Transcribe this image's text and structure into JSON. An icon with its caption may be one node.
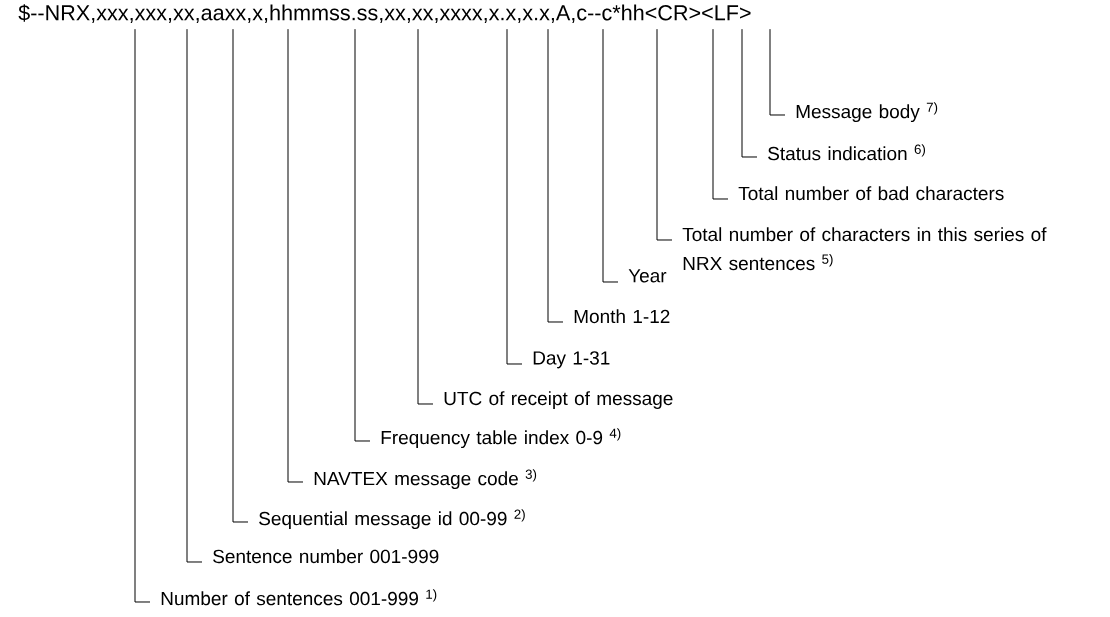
{
  "diagram": {
    "nodes": [
      {
        "text": [
          "$--NRX,xxx,xxx,xx,aaxx,x,hhmmss.ss,xx,xx,xxxx,x.x,x.x,A,c--c*hh<CR><LF>"
        ]
      },
      {
        "text": [
          "Message body $^{7)}$"
        ]
      },
      {
        "text": [
          "Status indication $^{6)}$"
        ]
      },
      {
        "text": [
          "Total number of bad characters"
        ]
      },
      {
        "text": [
          "Total number of characters in this series of NRX sentences $^{5)}$"
        ]
      },
      {
        "text": [
          "Year"
        ]
      },
      {
        "text": [
          "Month 1-12"
        ]
      },
      {
        "text": [
          "Day 1-31"
        ]
      },
      {
        "text": [
          "UTC of receipt of message"
        ]
      },
      {
        "text": [
          "Frequency table index 0-9 $^{4)}$"
        ]
      },
      {
        "text": [
          "NAVTEX message code $^{3)}$"
        ]
      },
      {
        "text": [
          "Sequential message id 00-99 $^{2)}$"
        ]
      },
      {
        "text": [
          "Sentence number 001-999"
        ]
      },
      {
        "text": [
          "Number of sentences 001-999 $^{1)}$"
        ]
      }
    ],
    "edges": [
      {
        "from": 1,
        "to": 0,
        "arrow": "none"
      },
      {
        "from": 2,
        "to": 0,
        "arrow": "none"
      },
      {
        "from": 3,
        "to": 0,
        "arrow": "none"
      },
      {
        "from": 4,
        "to": 0,
        "arrow": "none"
      },
      {
        "from": 5,
        "to": 0,
        "arrow": "none"
      },
      {
        "from": 6,
        "to": 0,
        "arrow": "none"
      },
      {
        "from": 7,
        "to": 0,
        "arrow": "none"
      },
      {
        "from": 8,
        "to": 0,
        "arrow": "none"
      },
      {
        "from": 9,
        "to": 0,
        "arrow": "none"
      },
      {
        "from": 10,
        "to": 0,
        "arrow": "none"
      },
      {
        "from": 11,
        "to": 0,
        "arrow": "none"
      },
      {
        "from": 12,
        "to": 0,
        "arrow": "none"
      },
      {
        "from": 13,
        "to": 0,
        "arrow": "none"
      }
    ]
  }
}
